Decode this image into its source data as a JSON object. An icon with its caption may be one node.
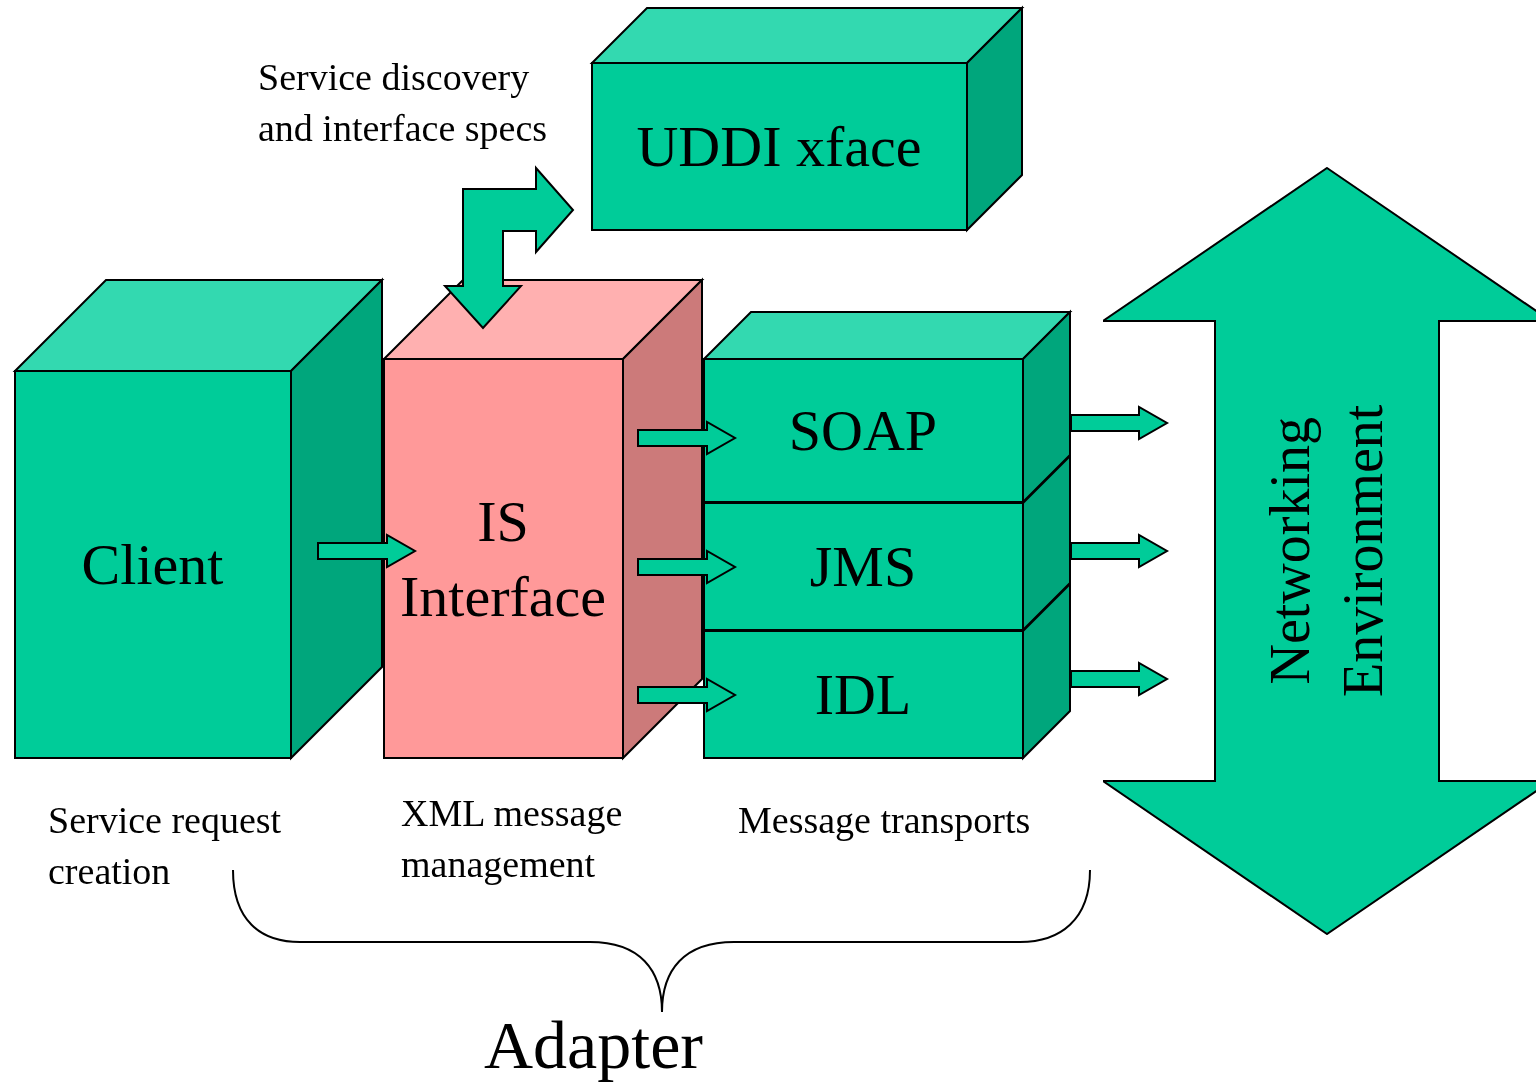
{
  "diagram": {
    "nodes": [
      {
        "text": [
          "UDDI xface"
        ]
      },
      {
        "text": [
          "Client"
        ]
      },
      {
        "text": [
          "IS Interface"
        ]
      },
      {
        "text": [
          "SOAP"
        ]
      },
      {
        "text": [
          "JMS"
        ]
      },
      {
        "text": [
          "IDL"
        ]
      },
      {
        "text": [
          "Networking Environment"
        ]
      }
    ],
    "edges": [
      {
        "from": 2,
        "to": 0,
        "arrow": "both"
      },
      {
        "from": 1,
        "to": 2,
        "arrow": "to"
      },
      {
        "from": 2,
        "to": 3,
        "arrow": "to"
      },
      {
        "from": 2,
        "to": 4,
        "arrow": "to"
      },
      {
        "from": 2,
        "to": 5,
        "arrow": "to"
      },
      {
        "from": 3,
        "to": 6,
        "arrow": "to"
      },
      {
        "from": 4,
        "to": 6,
        "arrow": "to"
      },
      {
        "from": 5,
        "to": 6,
        "arrow": "to"
      }
    ],
    "labels": [
      "Service discovery and interface specs",
      "Service request creation",
      "XML message management",
      "Message transports",
      "Adapter"
    ]
  }
}
